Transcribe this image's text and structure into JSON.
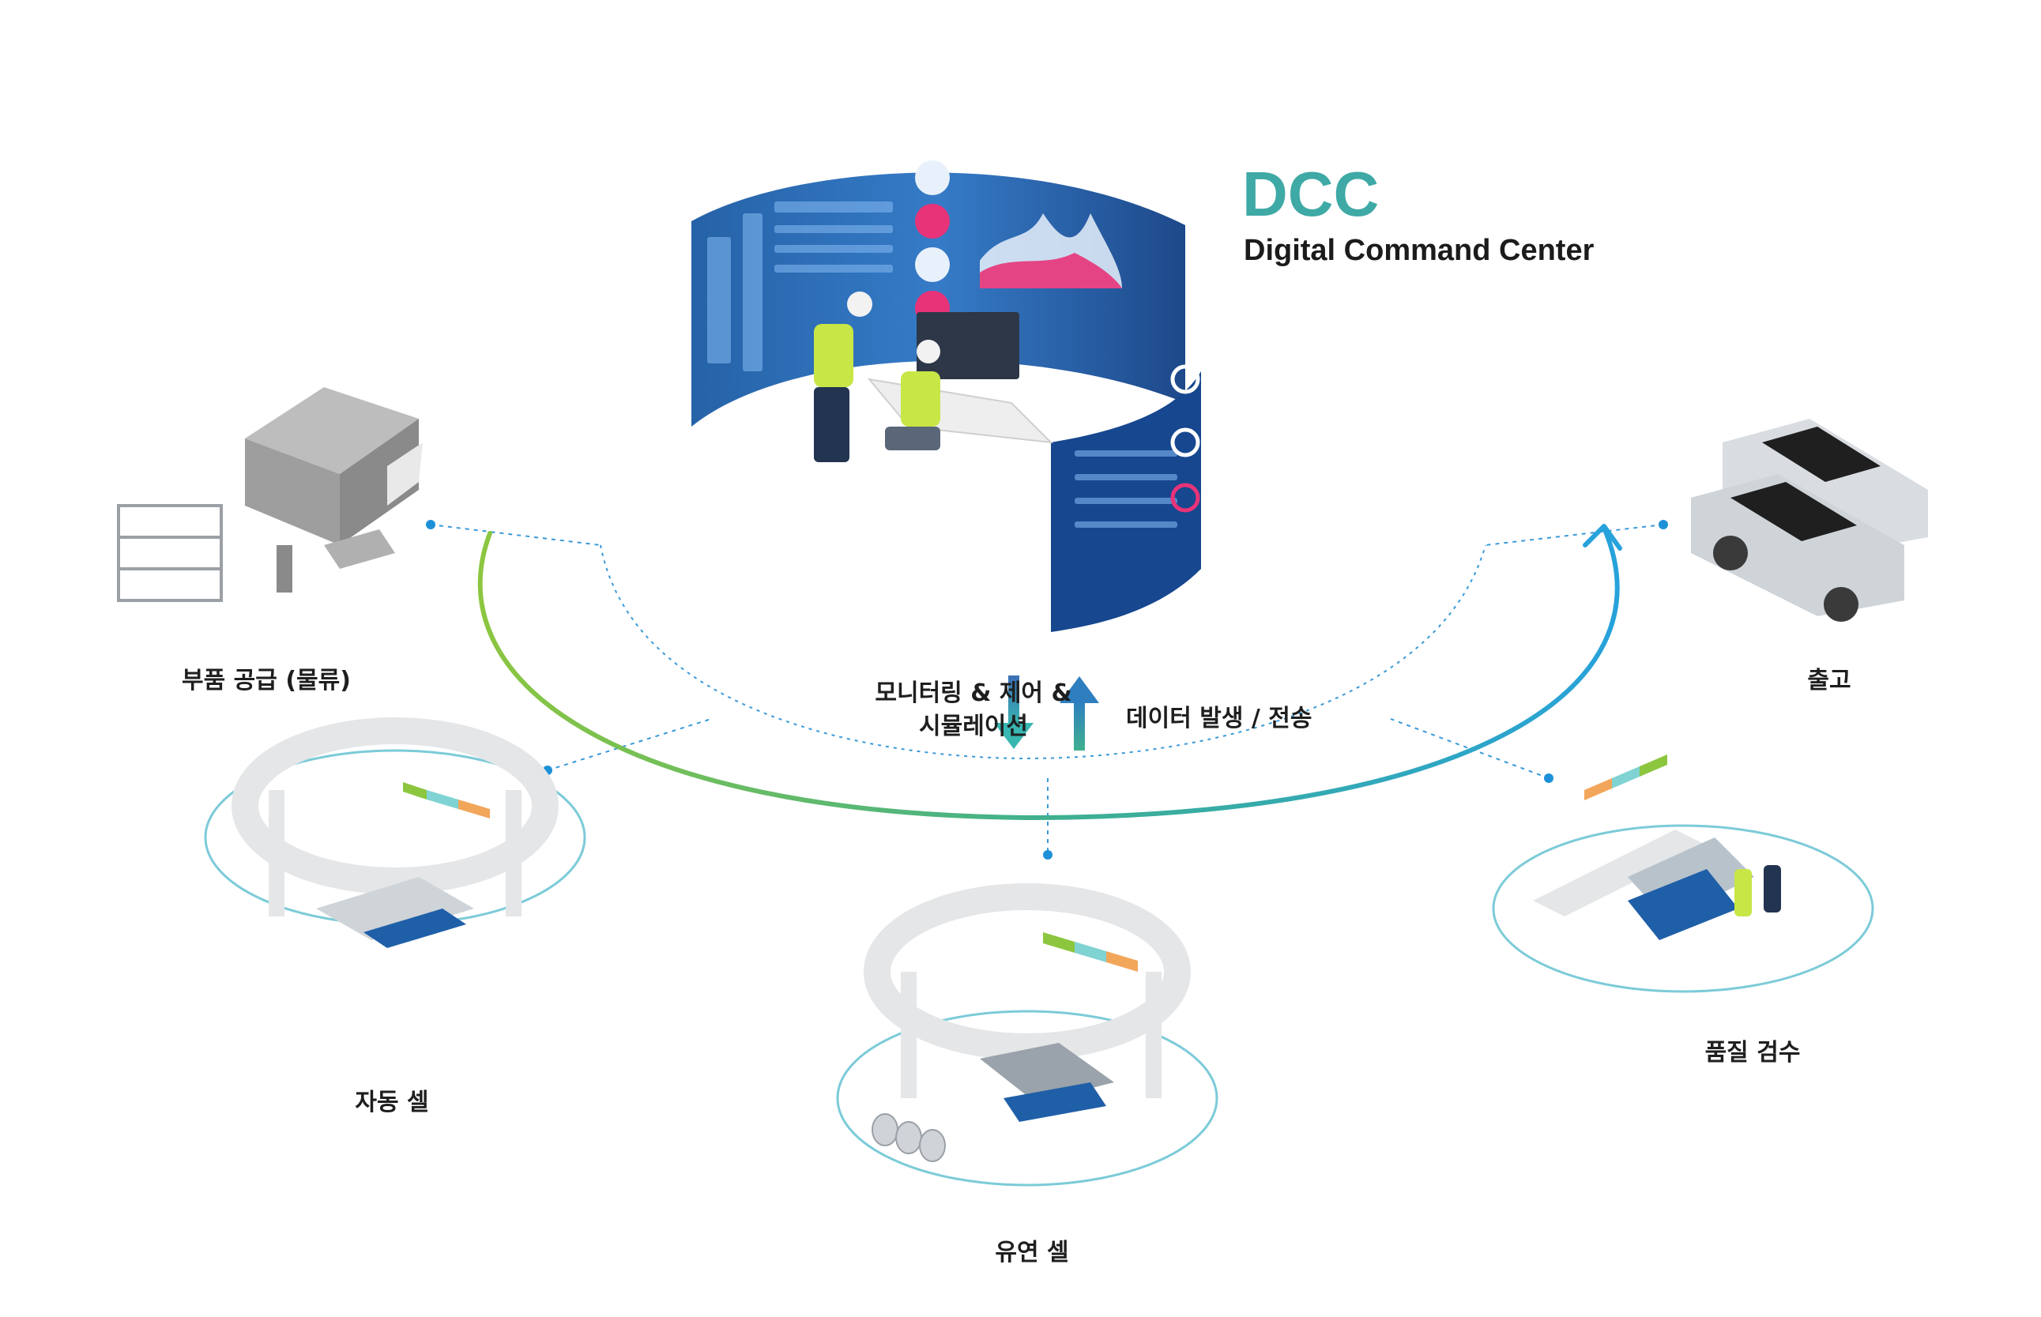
{
  "dcc": {
    "title": "DCC",
    "subtitle": "Digital Command Center"
  },
  "flows": {
    "down_label_line1": "모니터링 & 제어 &",
    "down_label_line2": "시뮬레이션",
    "up_label": "데이터 발생 / 전송"
  },
  "stations": {
    "parts_supply": "부품 공급 (물류)",
    "auto_cell": "자동 셀",
    "flexible_cell": "유연 셀",
    "quality_inspection": "품질 검수",
    "shipping": "출고"
  },
  "colors": {
    "teal_accent": "#3fa9a6",
    "arc_green": "#8cc63f",
    "arc_blue": "#27a2db",
    "screen_blue": "#1f5fa8",
    "dot_blue": "#1e90d8",
    "arrow_down_top": "#3b6fb6",
    "arrow_down_bottom": "#38b6b0"
  }
}
